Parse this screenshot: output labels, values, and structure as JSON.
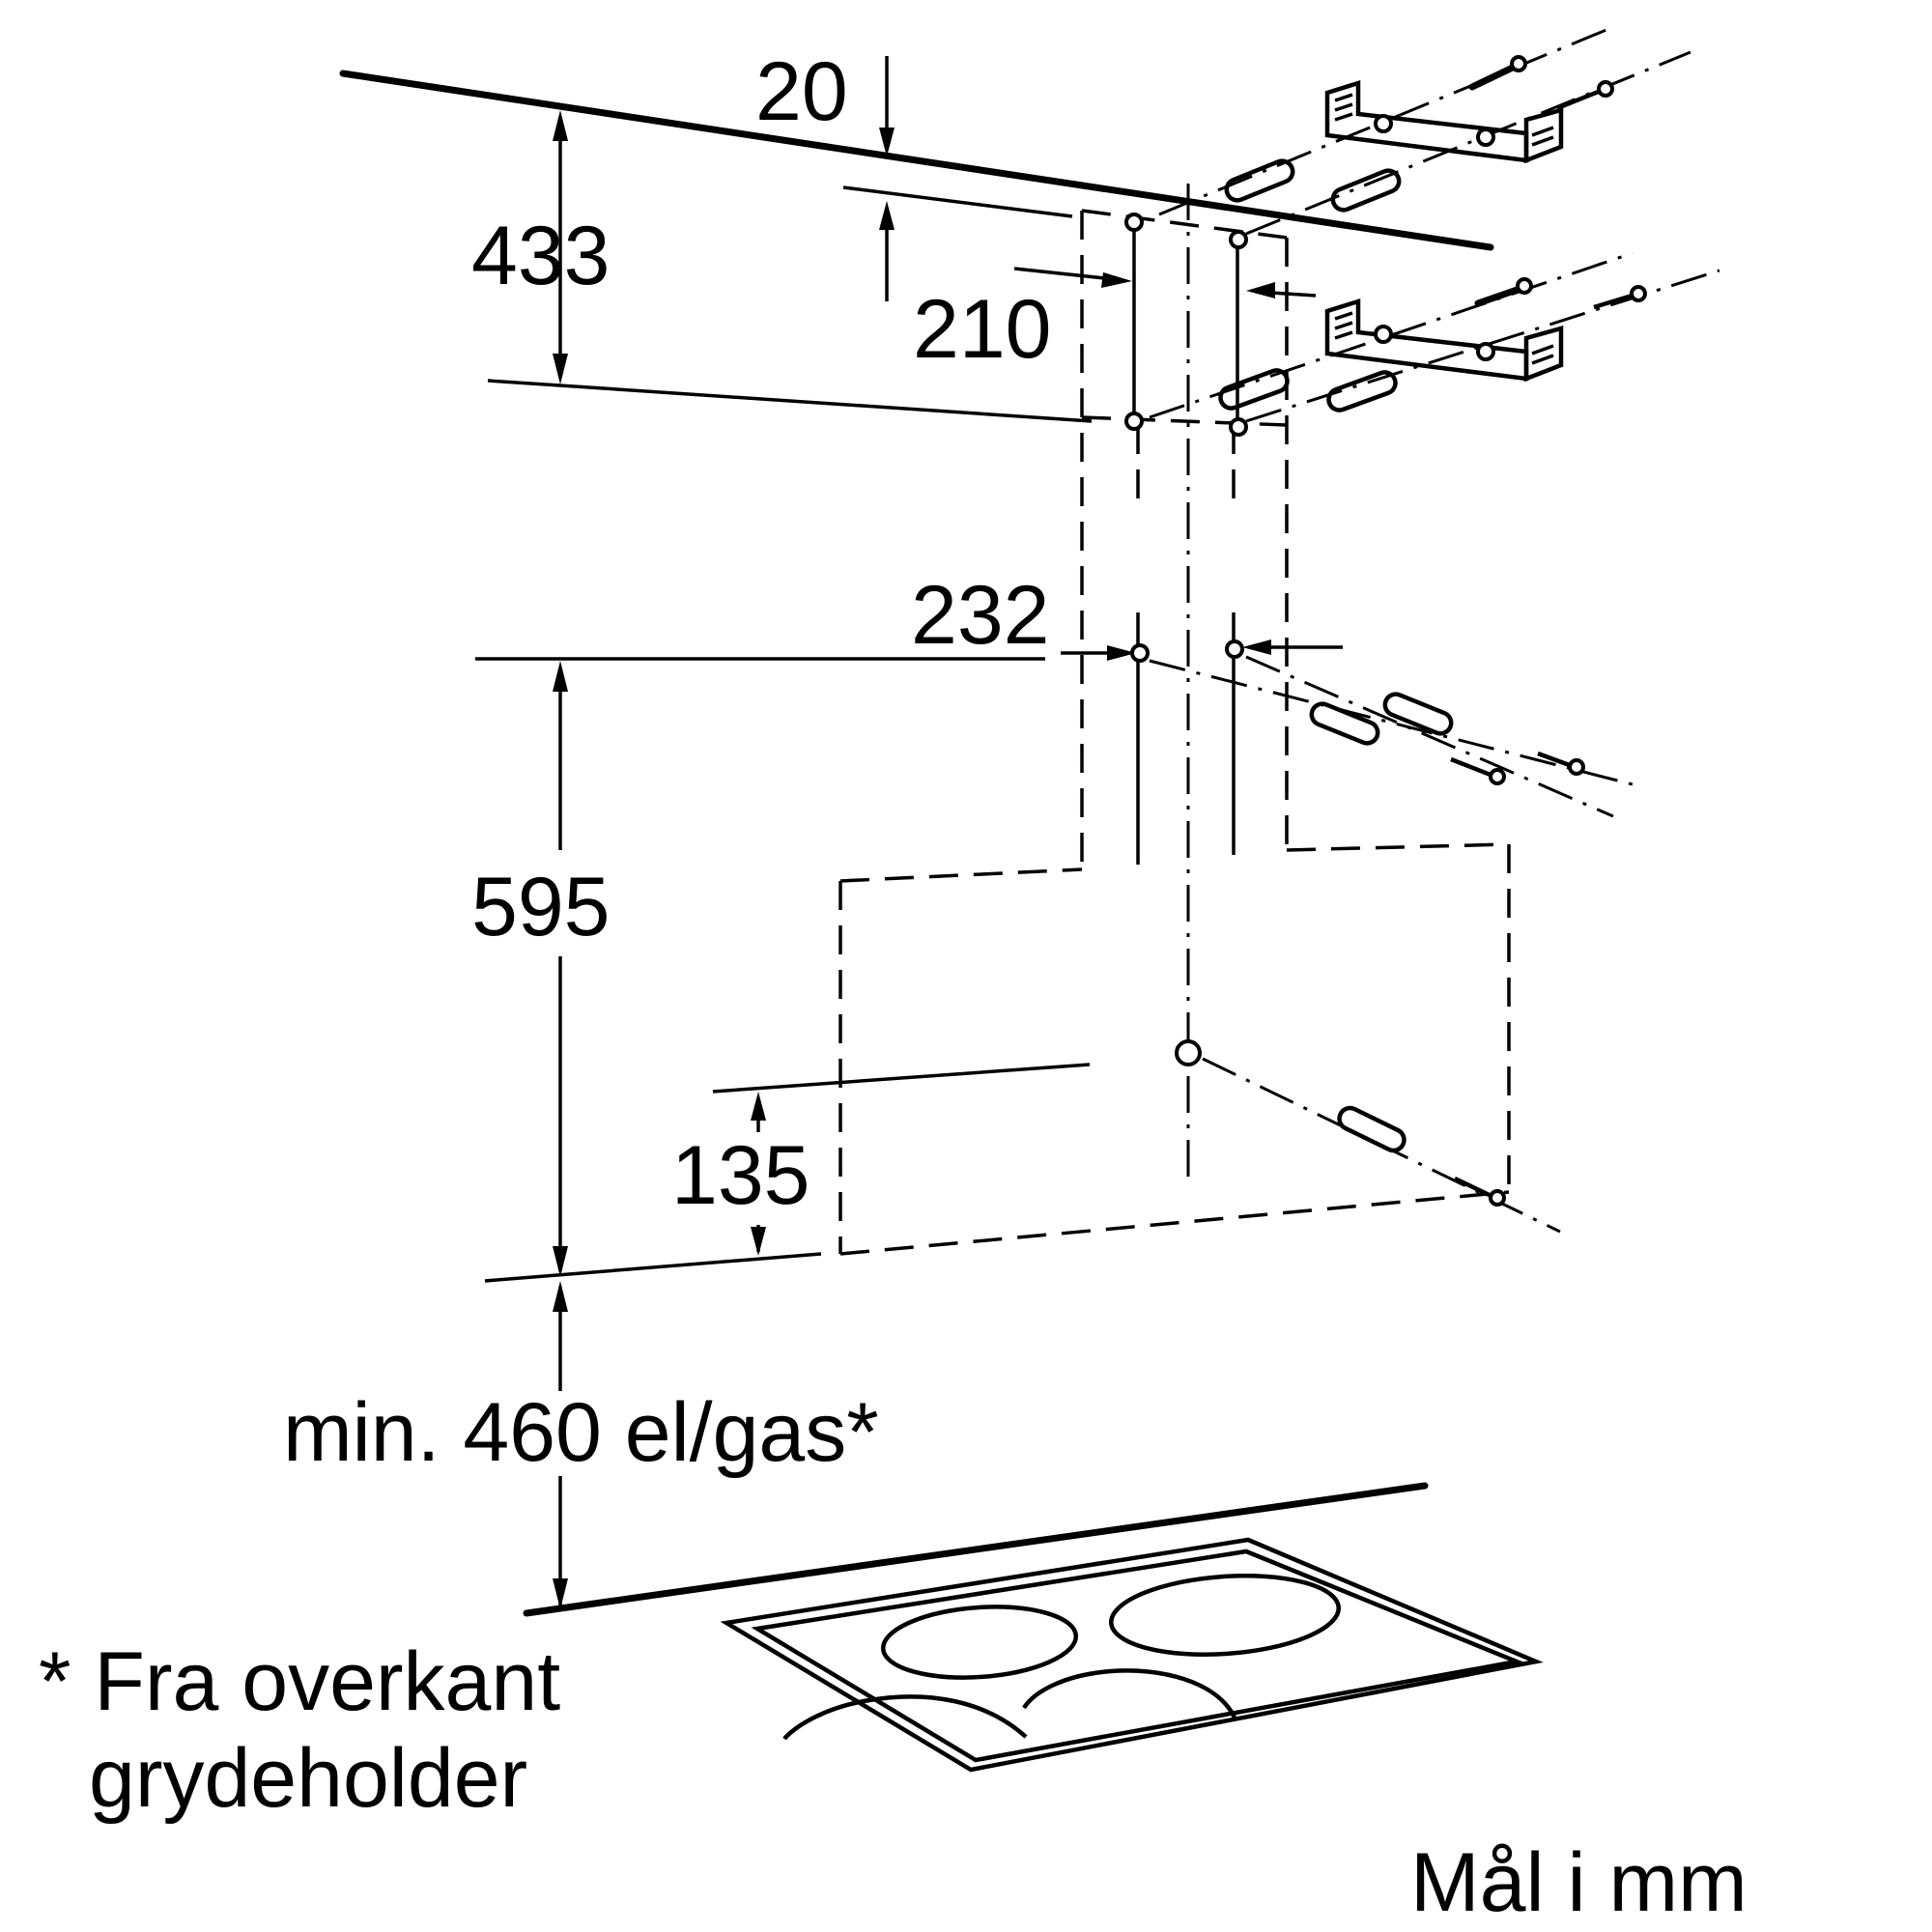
{
  "diagram": {
    "dimensions": {
      "d20": "20",
      "d433": "433",
      "d210": "210",
      "d232": "232",
      "d595": "595",
      "d135": "135",
      "min_height": "min. 460 el/gas*"
    },
    "footnote": {
      "line1": "* Fra overkant",
      "line2": "grydeholder"
    },
    "units_note": "Mål i mm"
  }
}
